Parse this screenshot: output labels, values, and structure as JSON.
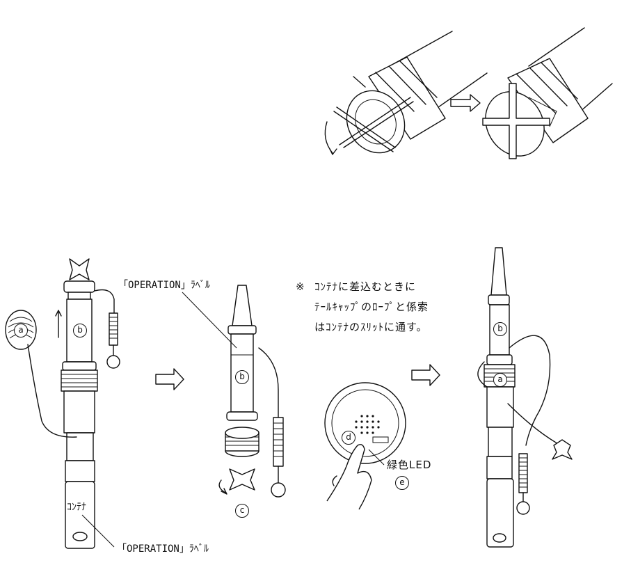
{
  "labels": {
    "operation_label_top": "「OPERATION」ﾗﾍﾞﾙ",
    "operation_label_bottom": "「OPERATION」ﾗﾍﾞﾙ",
    "container": "ｺﾝﾃﾅ",
    "green_led": "緑色LED"
  },
  "note": {
    "mark": "※",
    "line1": "ｺﾝﾃﾅに差込むときに",
    "line2": "ﾃｰﾙｷｬｯﾌﾟのﾛｰﾌﾟと係索",
    "line3": "はｺﾝﾃﾅのｽﾘｯﾄに通す。"
  },
  "markers": {
    "a": "a",
    "b": "b",
    "c": "c",
    "d": "d",
    "e": "e"
  },
  "icons": [
    "arrow-right-icon",
    "curved-rotation-arrow-icon",
    "finger-press-icon"
  ]
}
